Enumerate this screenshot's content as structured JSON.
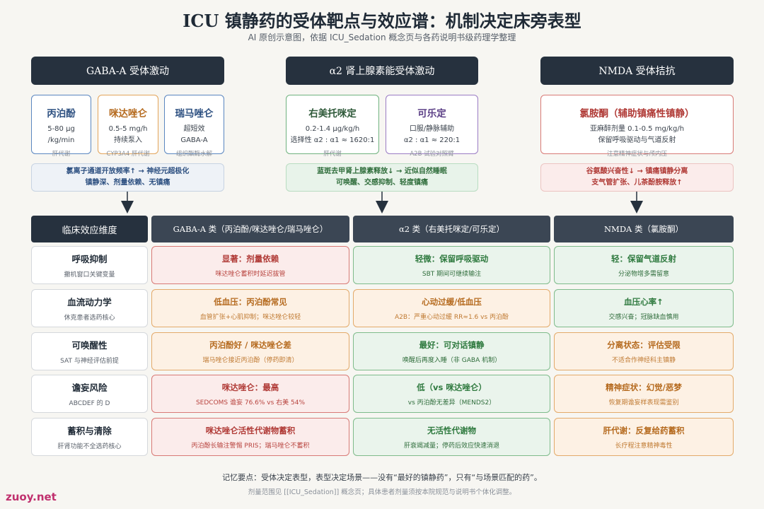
{
  "title": "ICU 镇静药的受体靶点与效应谱：机制决定床旁表型",
  "subtitle": "AI 原创示意图，依据 ICU_Sedation 概念页与各药说明书级药理学整理",
  "colors": {
    "dark": "#26313e",
    "red": "#d87a76",
    "green": "#7fbb8b",
    "orange": "#e3aa6a",
    "blue": "#5a86c0",
    "purple": "#9a7bc4"
  },
  "groups": [
    {
      "header": "GABA-A 受体激动",
      "drugs": [
        {
          "name": "丙泊酚",
          "lines": [
            "5-80 μg",
            "/kg/min"
          ],
          "small": "肝代谢",
          "color": "#5a86c0",
          "name_color": "#2c4f80"
        },
        {
          "name": "咪达唑仑",
          "lines": [
            "0.5-5 mg/h",
            "持续泵入"
          ],
          "small": "CYP3A4 肝代谢",
          "color": "#e3a45a",
          "name_color": "#b56a1e"
        },
        {
          "name": "瑞马唑仑",
          "lines": [
            "超短效",
            "GABA-A"
          ],
          "small": "组织酯酶水解",
          "color": "#5a86c0",
          "name_color": "#2c4f80"
        }
      ],
      "mech": [
        "氯离子通道开放频率↑ → 神经元超极化",
        "镇静深、剂量依赖、无镇痛"
      ]
    },
    {
      "header": "α2 肾上腺素能受体激动",
      "drugs": [
        {
          "name": "右美托咪定",
          "lines": [
            "0.2-1.4 μg/kg/h",
            "选择性 α2 : α1 ≈ 1620:1"
          ],
          "small": "肝代谢",
          "color": "#6fb27e",
          "name_color": "#2f5a3a"
        },
        {
          "name": "可乐定",
          "lines": [
            "口服/静脉辅助",
            "α2 : α1 ≈ 220:1"
          ],
          "small": "A2B 试验对照臂",
          "color": "#9a7bc4",
          "name_color": "#5b3f86"
        }
      ],
      "mech": [
        "蓝斑去甲肾上腺素释放↓ → 近似自然睡眠",
        "可唤醒、交感抑制、轻度镇痛"
      ]
    },
    {
      "header": "NMDA 受体拮抗",
      "drugs": [
        {
          "name": "氯胺酮（辅助镇痛性镇静）",
          "lines": [
            "亚麻醉剂量 0.1-0.5 mg/kg/h",
            "保留呼吸驱动与气道反射"
          ],
          "small": "注意精神症状与颅内压",
          "color": "#d87a76",
          "name_color": "#b03a36"
        }
      ],
      "mech": [
        "谷氨酸兴奋性↓ → 镇痛镇静分离",
        "支气管扩张、儿茶酚胺释放↑"
      ]
    }
  ],
  "table": {
    "corner": "临床效应维度",
    "columns": [
      "GABA-A 类（丙泊酚/咪达唑仑/瑞马唑仑）",
      "α2 类（右美托咪定/可乐定）",
      "NMDA 类（氯胺酮）"
    ],
    "rows": [
      {
        "label": "呼吸抑制",
        "sub": "撤机窗口关键变量",
        "cells": [
          {
            "tone": "red",
            "main": "显著：剂量依赖",
            "sub": "咪达唑仑蓄积时延迟拔管"
          },
          {
            "tone": "green",
            "main": "轻微：保留呼吸驱动",
            "sub": "SBT 期间可继续输注"
          },
          {
            "tone": "green",
            "main": "轻：保留气道反射",
            "sub": "分泌物增多需留意"
          }
        ]
      },
      {
        "label": "血流动力学",
        "sub": "休克患者选药核心",
        "cells": [
          {
            "tone": "orange",
            "main": "低血压：丙泊酚常见",
            "sub": "血管扩张+心肌抑制；咪达唑仑较轻"
          },
          {
            "tone": "orange",
            "main": "心动过缓/低血压",
            "sub": "A2B：严重心动过缓 RR≈1.6 vs 丙泊酚"
          },
          {
            "tone": "green",
            "main": "血压心率↑",
            "sub": "交感兴奋；冠脉缺血慎用"
          }
        ]
      },
      {
        "label": "可唤醒性",
        "sub": "SAT 与神经评估前提",
        "cells": [
          {
            "tone": "orange",
            "main": "丙泊酚好 / 咪达唑仑差",
            "sub": "瑞马唑仑接近丙泊酚（停药即清）"
          },
          {
            "tone": "green",
            "main": "最好：可对话镇静",
            "sub": "唤醒后再度入睡（非 GABA 机制）"
          },
          {
            "tone": "orange",
            "main": "分离状态：评估受限",
            "sub": "不适合作神经科主镇静"
          }
        ]
      },
      {
        "label": "谵妄风险",
        "sub": "ABCDEF 的 D",
        "cells": [
          {
            "tone": "red",
            "main": "咪达唑仑：最高",
            "sub": "SEDCOMS 谵妄 76.6% vs 右美 54%"
          },
          {
            "tone": "green",
            "main": "低（vs 咪达唑仑）",
            "sub": "vs 丙泊酚无差异（MENDS2）"
          },
          {
            "tone": "orange",
            "main": "精神症状：幻觉/恶梦",
            "sub": "恢复期谵妄样表现需鉴别"
          }
        ]
      },
      {
        "label": "蓄积与清除",
        "sub": "肝肾功能不全选药核心",
        "cells": [
          {
            "tone": "red",
            "main": "咪达唑仑活性代谢物蓄积",
            "sub": "丙泊酚长输注警惕 PRIS；瑞马唑仑不蓄积"
          },
          {
            "tone": "green",
            "main": "无活性代谢物",
            "sub": "肝衰竭减量；停药后效应快速消退"
          },
          {
            "tone": "orange",
            "main": "肝代谢：反复给药蓄积",
            "sub": "长疗程注意精神毒性"
          }
        ]
      }
    ]
  },
  "footer": {
    "note": "记忆要点：受体决定表型，表型决定场景——没有“最好的镇静药”，只有“与场景匹配的药”。",
    "source": "剂量范围见 [[ICU_Sedation]] 概念页；具体患者剂量须按本院规范与说明书个体化调整。"
  },
  "watermark": "zuoy.net"
}
